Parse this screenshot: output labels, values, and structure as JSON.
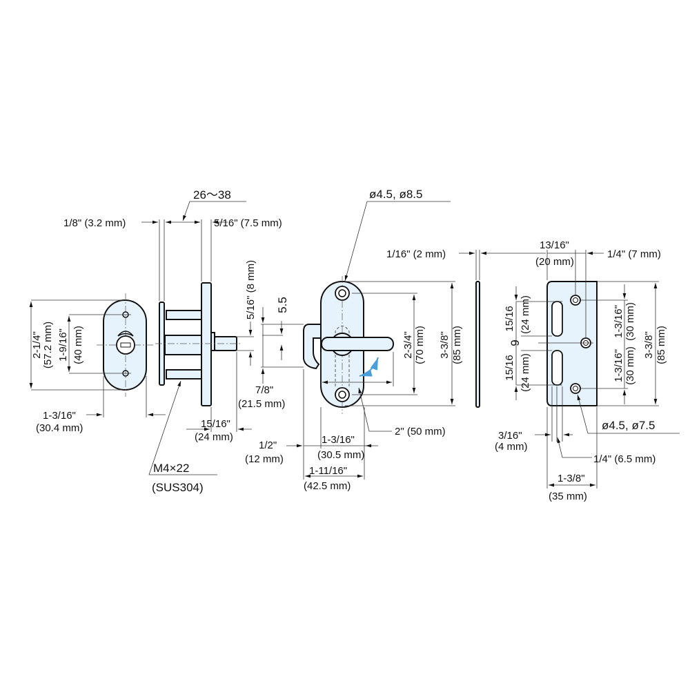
{
  "escutcheon_view": {
    "height_in": "2-1/4\"",
    "height_mm": "(57.2 mm)",
    "screw_pitch_in": "1-9/16\"",
    "screw_pitch_mm": "(40 mm)",
    "width_in": "1-3/16\"",
    "width_mm": "(30.4 mm)"
  },
  "side_view": {
    "plate_thickness": "1/8\" (3.2 mm)",
    "door_thickness_range": "26〜38",
    "base_thickness": "5/16\" (7.5 mm)",
    "shaft_dia": "5/16\" (8 mm)",
    "projection_in": "15/16\"",
    "projection_mm": "(24 mm)",
    "screw_spec": "M4×22",
    "screw_material": "(SUS304)"
  },
  "handle_view": {
    "hole_dia": "ø4.5, ø8.5",
    "offset": "5.5",
    "hook_in": "7/8\"",
    "hook_mm": "(21.5 mm)",
    "pitch_in": "2-3/4\"",
    "pitch_mm": "(70 mm)",
    "height_in": "3-3/8\"",
    "height_mm": "(85 mm)",
    "lever_length": "2\" (50 mm)",
    "hook_offset_in": "1/2\"",
    "hook_offset_mm": "(12 mm)",
    "width_in": "1-3/16\"",
    "width_mm": "(30.5 mm)",
    "overall_in": "1-11/16\"",
    "overall_mm": "(42.5 mm)",
    "rotation_arrow_color": "#4a9fd8"
  },
  "strike_view": {
    "thickness": "1/16\" (2 mm)",
    "hole_offset_in": "13/16\"",
    "hole_offset_mm": "(20 mm)",
    "center_hole_offset": "1/4\" (7 mm)",
    "slot_len_top": "15/16",
    "slot_len_top_mm": "(24 mm)",
    "slot_gap": "9",
    "slot_len_bottom": "15/16",
    "slot_len_bottom_mm": "(24 mm)",
    "pitch_top_in": "1-3/16\"",
    "pitch_top_mm": "(30 mm)",
    "pitch_bottom_in": "1-3/16\"",
    "pitch_bottom_mm": "(30 mm)",
    "height_in": "3-3/8\"",
    "height_mm": "(85 mm)",
    "hole_dia": "ø4.5, ø7.5",
    "slot_edge_in": "3/16\"",
    "slot_edge_mm": "(4 mm)",
    "slot_width": "1/4\" (6.5 mm)",
    "width_in": "1-3/8\"",
    "width_mm": "(35 mm)"
  },
  "colors": {
    "part_fill": "#e6f3fc",
    "line": "#111111"
  }
}
